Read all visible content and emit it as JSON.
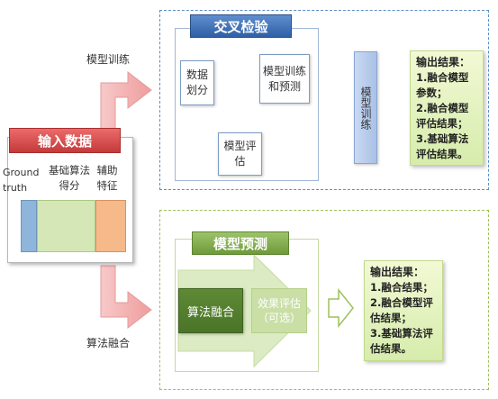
{
  "top": {
    "title": "交叉检验",
    "label_train": "模型训练",
    "box_split": "数据划分",
    "box_train_predict": "模型训练和预测",
    "box_eval": "模型评估",
    "box_model_train": "模型训练",
    "output": {
      "head": "输出结果：",
      "items": [
        "1.融合模型参数；",
        "2.融合模型评估结果；",
        "3.基础算法评估结果。"
      ]
    }
  },
  "left": {
    "title": "输入数据",
    "col_ground_truth": "Ground truth",
    "col_base_score": "基础算法得分",
    "col_aux": "辅助特征",
    "colors": {
      "ground_truth": "#8fb6da",
      "base_score": "#d5e7b6",
      "aux": "#f5b98a"
    }
  },
  "bottom": {
    "title": "模型预测",
    "label_fusion": "算法融合",
    "box_fusion": "算法融合",
    "box_eval_opt": "效果评估（可选）",
    "output": {
      "head": "输出结果：",
      "items": [
        "1.融合结果；",
        "2.融合模型评估结果；",
        "3.基础算法评估结果。"
      ]
    }
  },
  "colors": {
    "blue_accent": "#2f5fa5",
    "green_accent": "#6e9b3a",
    "red_accent": "#c43a3a"
  }
}
